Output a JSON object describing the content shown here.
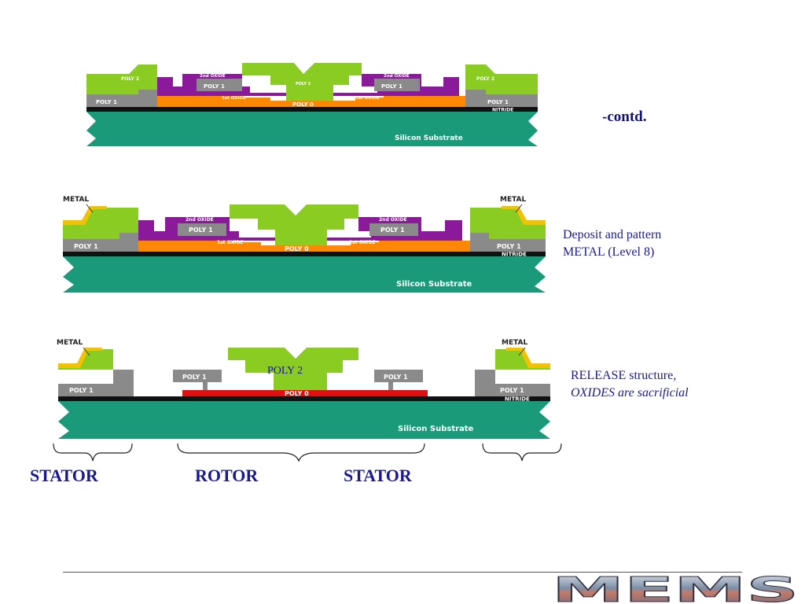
{
  "captions": {
    "contd": "-contd.",
    "step_metal_line1": "Deposit and pattern",
    "step_metal_line2": "METAL (Level 8)",
    "release_line1": "RELEASE structure,",
    "release_line2": "OXIDES are sacrificial"
  },
  "layer_labels": {
    "poly2": "POLY 2",
    "poly1": "POLY 1",
    "poly0": "POLY 0",
    "oxide2": "2nd OXIDE",
    "oxide1": "1st OXIDE",
    "nitride": "NITRIDE",
    "substrate": "Silicon Substrate",
    "metal": "METAL"
  },
  "poly2_callout": "POLY 2",
  "regions": {
    "stator_left": "STATOR",
    "rotor": "ROTOR",
    "stator_right": "STATOR"
  },
  "logo_text": "MEMS",
  "colors": {
    "substrate": "#1a9a78",
    "nitride": "#111111",
    "poly0": "#e01010",
    "oxide1": "#ff8800",
    "oxide2": "#8a1a9a",
    "poly1": "#8a8a8a",
    "poly2": "#8acc22",
    "metal": "#f2c200",
    "text_blue": "#1a1a8c"
  }
}
